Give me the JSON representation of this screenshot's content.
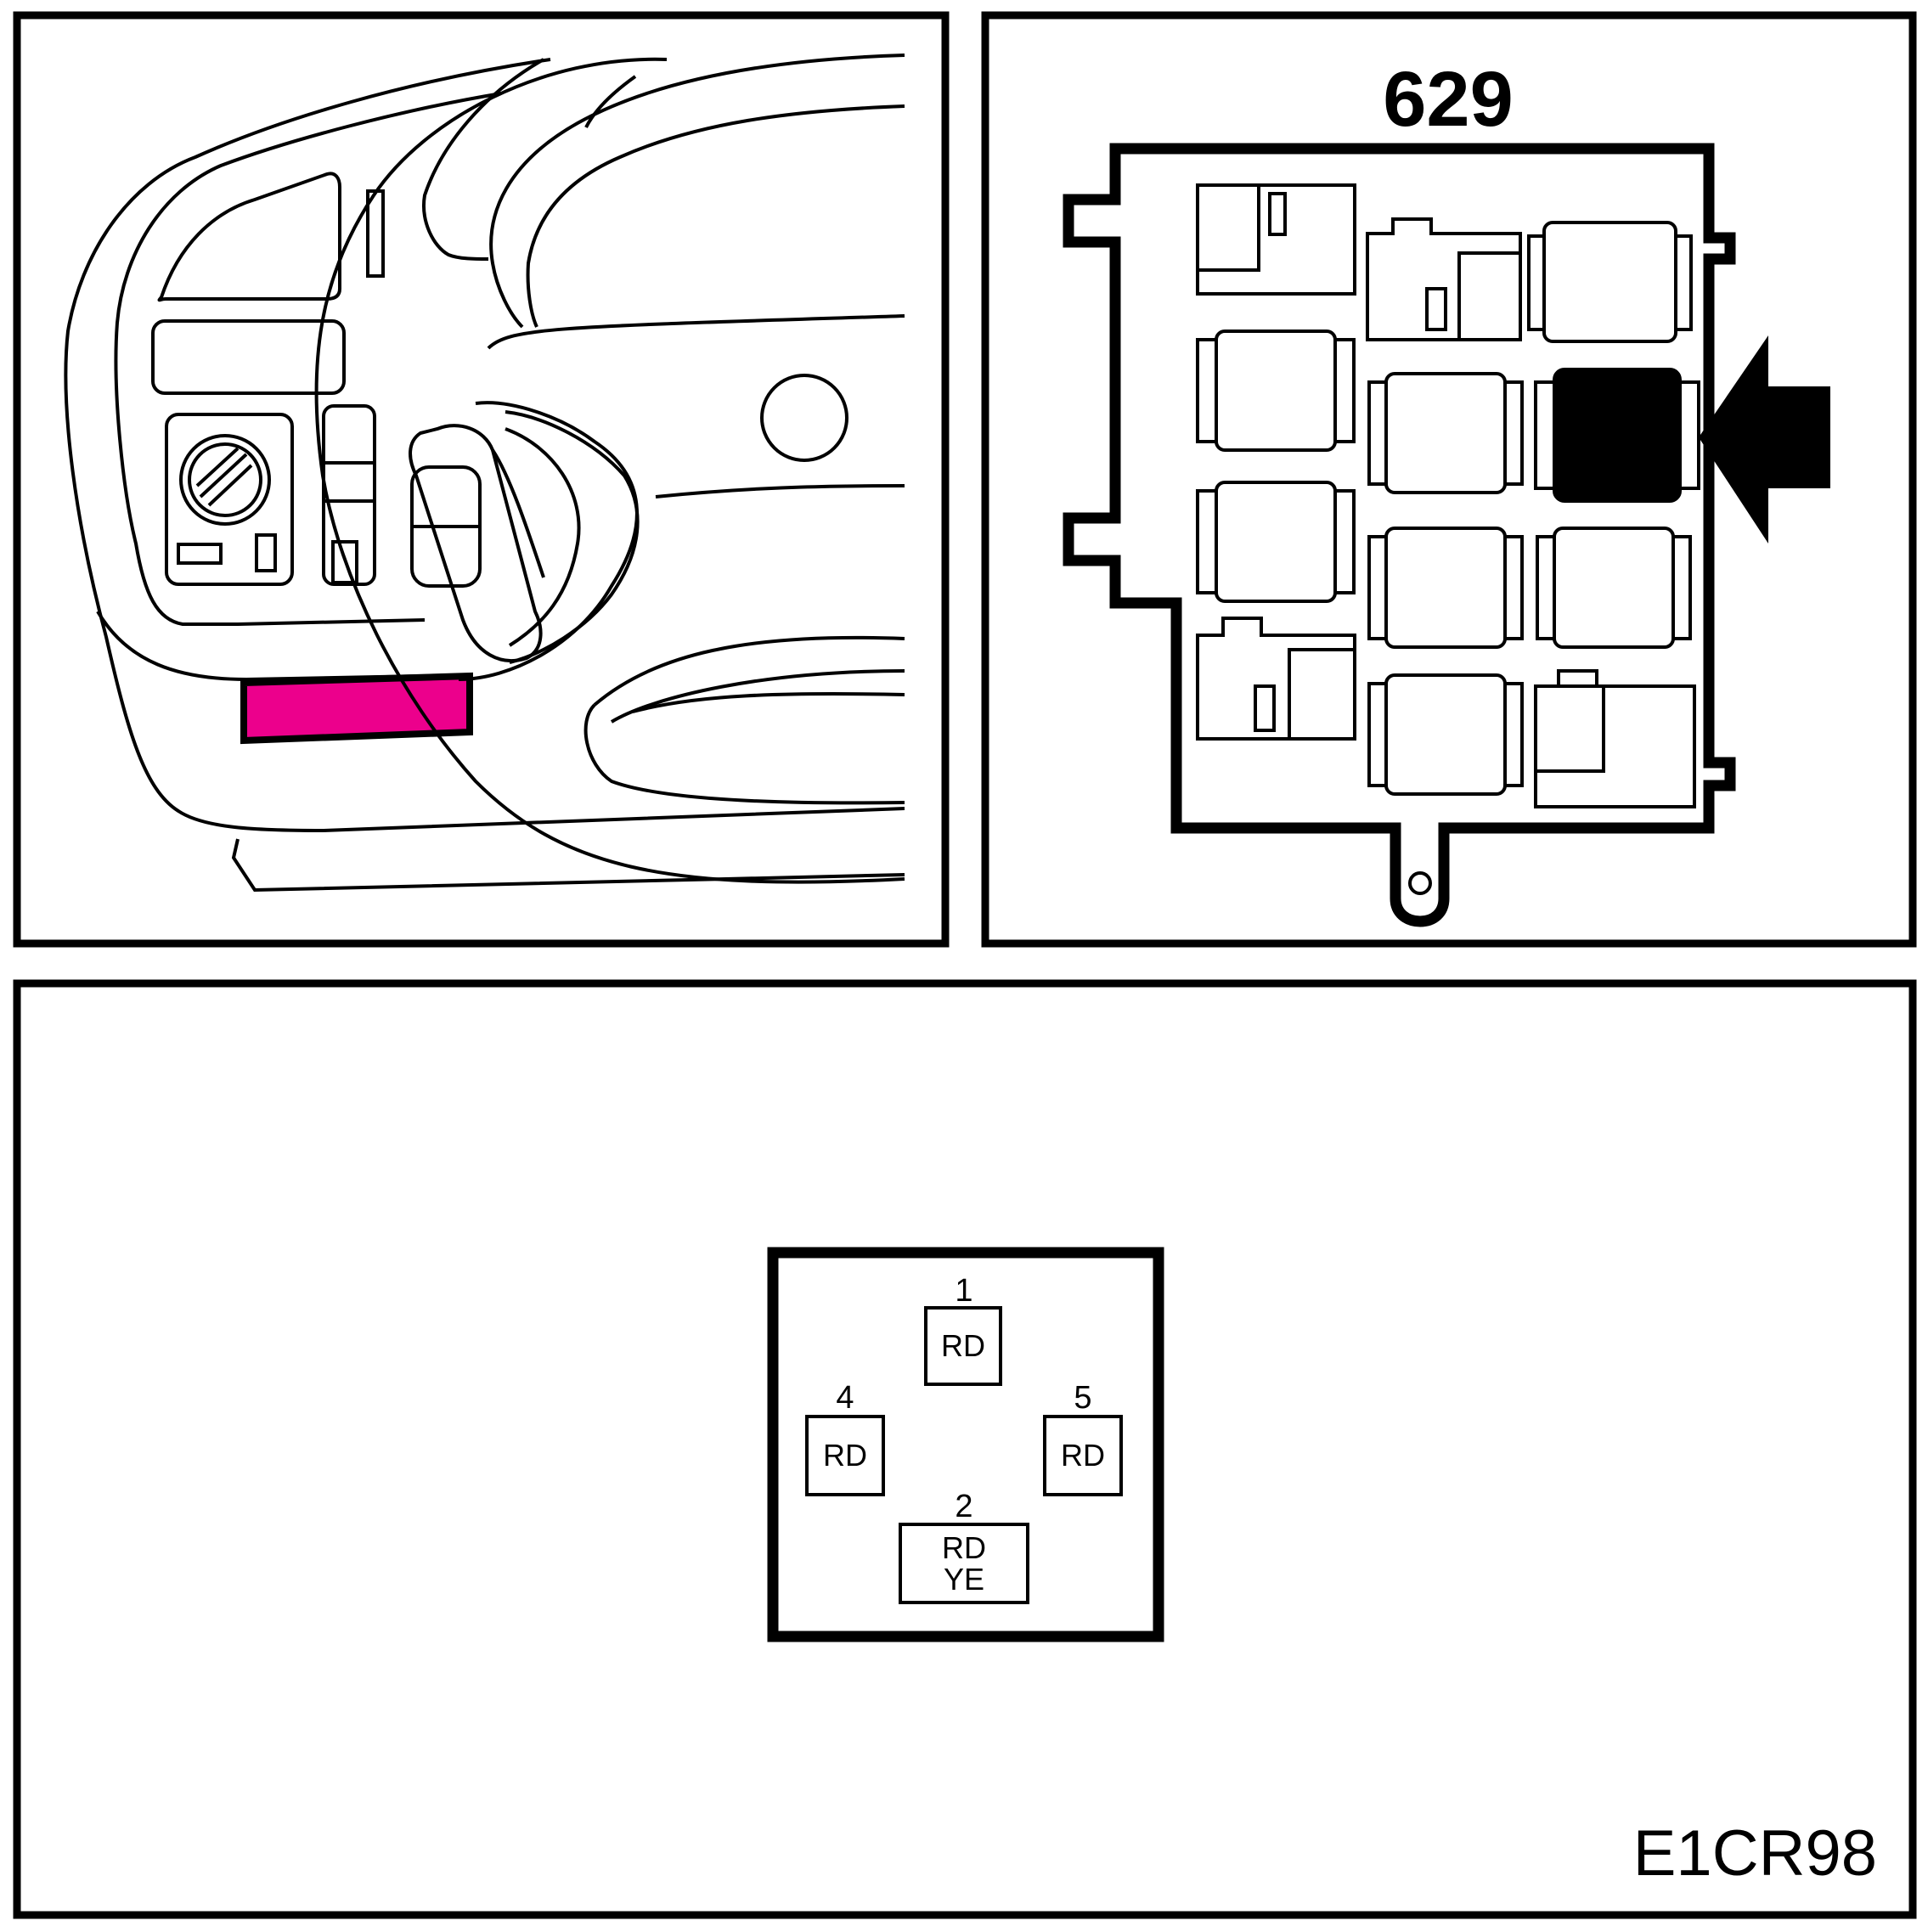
{
  "fuse_box": {
    "label": "629"
  },
  "connector": {
    "pins": [
      {
        "number": "1",
        "wire": [
          "RD"
        ]
      },
      {
        "number": "4",
        "wire": [
          "RD"
        ]
      },
      {
        "number": "5",
        "wire": [
          "RD"
        ]
      },
      {
        "number": "2",
        "wire": [
          "RD",
          "YE"
        ]
      }
    ]
  },
  "figure_code": "E1CR98",
  "colors": {
    "highlight": "#ec008c",
    "line": "#000000",
    "background": "#ffffff"
  }
}
